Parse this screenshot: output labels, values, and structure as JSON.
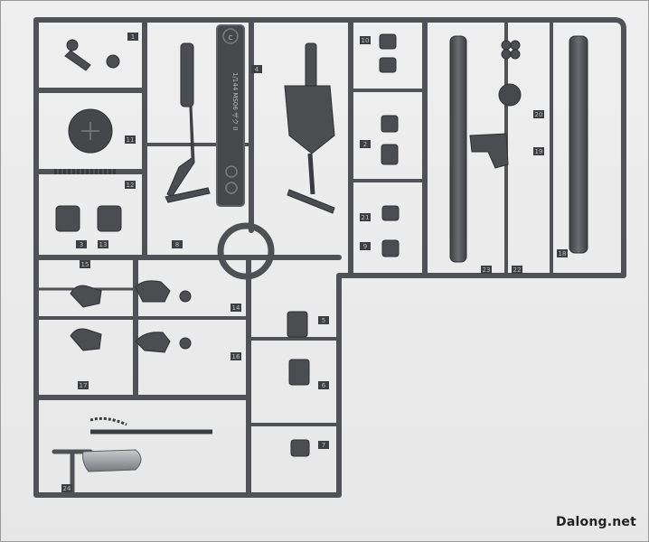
{
  "photo": {
    "subject_color": "#4b4d50",
    "highlight_color": "#8a8c90",
    "background_color": "#ebebeb",
    "sprue_letter": "C",
    "sprue_title": "1/144 MS06 ザク II",
    "part_numbers": [
      "15",
      "14",
      "17",
      "16",
      "5",
      "6",
      "7",
      "24",
      "13",
      "12",
      "3",
      "8",
      "9",
      "2",
      "11",
      "10",
      "20",
      "19",
      "18",
      "23",
      "22",
      "21",
      "4",
      "1"
    ]
  },
  "watermark": {
    "text": "Dalong.net"
  }
}
